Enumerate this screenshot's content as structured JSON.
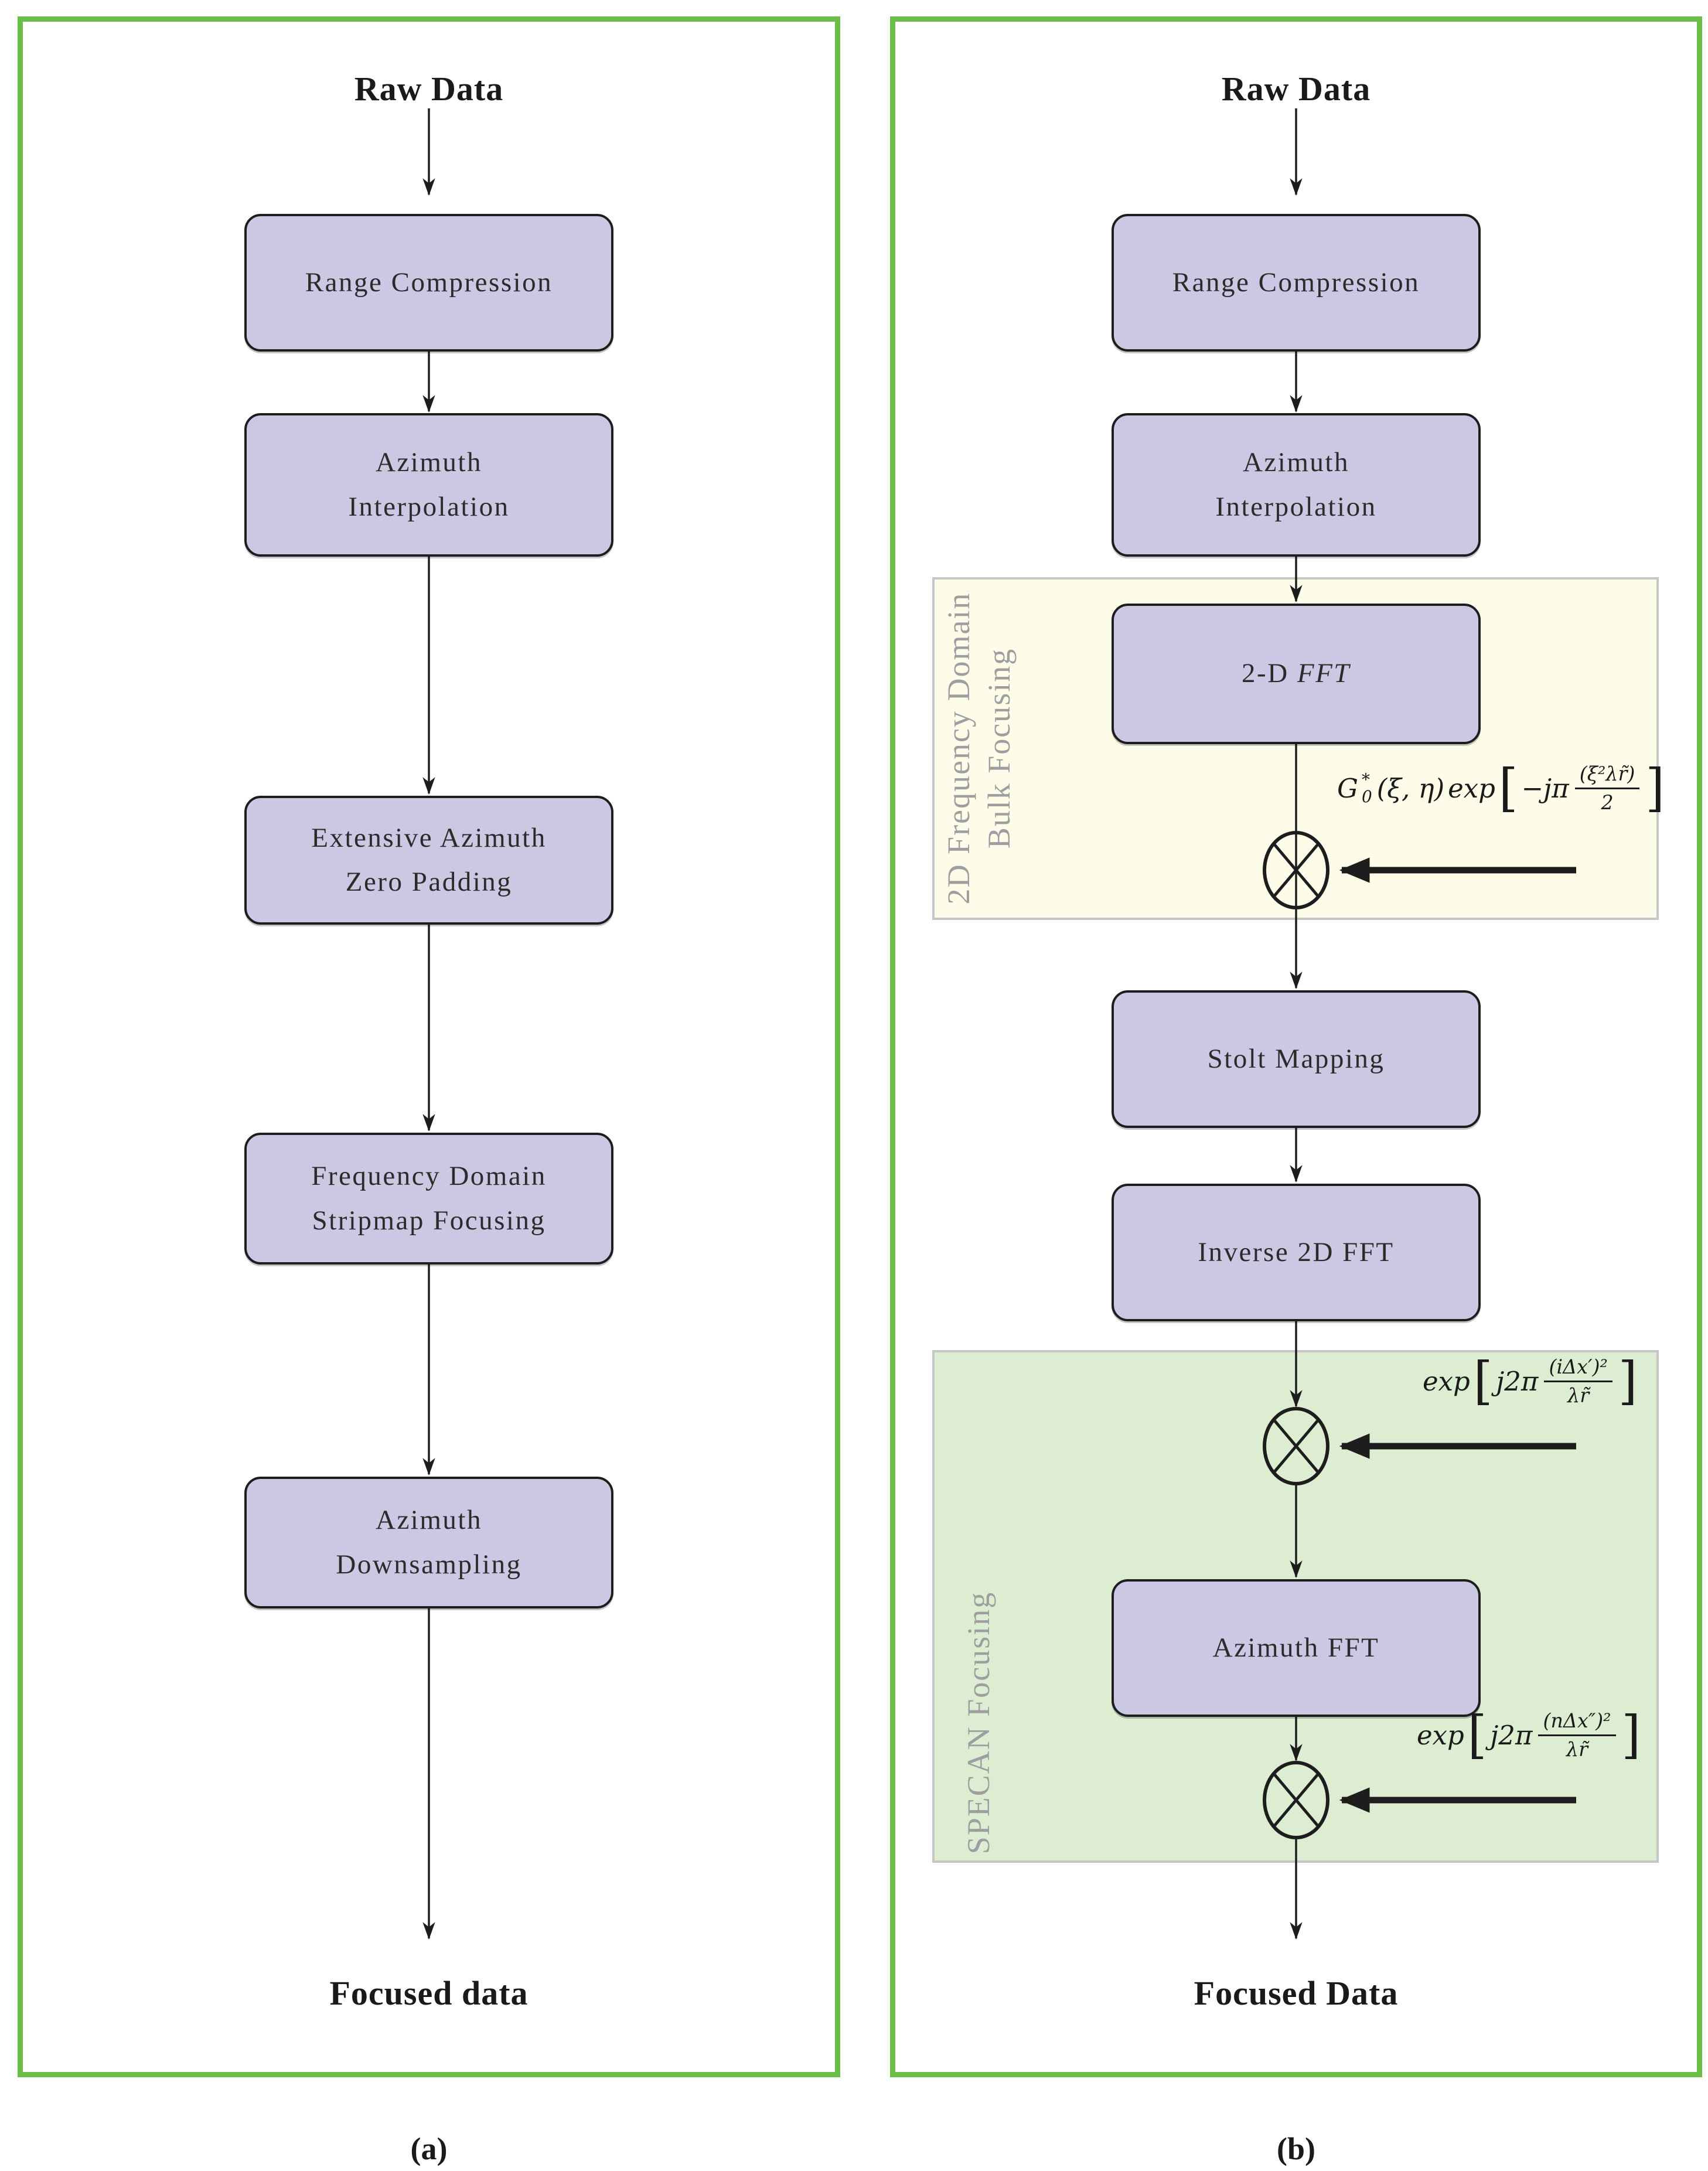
{
  "colors": {
    "panel-border": "#69be48",
    "box-fill": "#cbc8e3",
    "box-border": "#1d1d1d",
    "ink": "#1d1d1d",
    "text": "#2b2b2b",
    "region-yellow": "#fdfce9",
    "region-green": "#dcedd2",
    "region-border": "#c6c6c6",
    "label-gray": "#9e9ea0"
  },
  "panel_a": {
    "source": "Raw Data",
    "boxes": [
      {
        "line1": "Range Compression"
      },
      {
        "line1": "Azimuth",
        "line2": "Interpolation"
      },
      {
        "line1": "Extensive Azimuth",
        "line2": "Zero Padding"
      },
      {
        "line1": "Frequency Domain",
        "line2": "Stripmap Focusing"
      },
      {
        "line1": "Azimuth",
        "line2": "Downsampling"
      }
    ],
    "sink": "Focused data",
    "caption": "(a)"
  },
  "panel_b": {
    "source": "Raw Data",
    "box_range_compression": "Range Compression",
    "box_azimuth_interpolation": {
      "line1": "Azimuth",
      "line2": "Interpolation"
    },
    "box_fft2d": {
      "plain": "2-D",
      "italic": "FFT"
    },
    "box_stolt": "Stolt Mapping",
    "box_inverse_fft": "Inverse 2D FFT",
    "box_azimuth_fft": "Azimuth FFT",
    "region_bulk": {
      "label_line1": "2D Frequency Domain",
      "label_line2": "Bulk Focusing"
    },
    "region_specan": {
      "label": "SPECAN Focusing"
    },
    "formula_bulk": {
      "base": "G",
      "sup": "*",
      "sub": "0",
      "args": "(ξ, η)",
      "func": "exp",
      "lbracket": "[",
      "coef": "−jπ",
      "num": "(ξ²λr̃)",
      "den": "2",
      "rbracket": "]"
    },
    "formula_specan1": {
      "func": "exp",
      "lbracket": "[",
      "coef": "j2π",
      "num": "(iΔx′)²",
      "den": "λr̃",
      "rbracket": "]"
    },
    "formula_specan2": {
      "func": "exp",
      "lbracket": "[",
      "coef": "j2π",
      "num": "(nΔx″)²",
      "den": "λr̃",
      "rbracket": "]"
    },
    "sink": "Focused Data",
    "caption": "(b)"
  }
}
